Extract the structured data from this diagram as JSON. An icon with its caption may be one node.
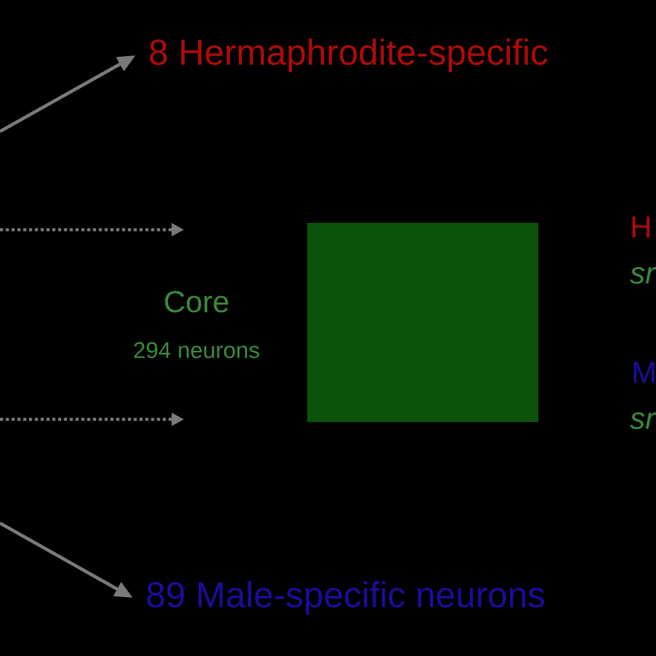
{
  "diagram": {
    "nodes": [
      {
        "text": [
          "8 Hermaphrodite-specific"
        ]
      },
      {
        "text": [
          "89 Male-specific neurons"
        ]
      },
      {
        "text": [],
        "shape": "box",
        "beside": [
          "Core",
          "294 neurons"
        ]
      }
    ],
    "edges": [
      {
        "from": null,
        "to": 0,
        "arrow": "to",
        "color": "#7a7a7a"
      },
      {
        "from": null,
        "to": 1,
        "arrow": "to",
        "color": "#7a7a7a"
      }
    ],
    "labels": [
      "H",
      "sr",
      "M",
      "sr"
    ]
  }
}
